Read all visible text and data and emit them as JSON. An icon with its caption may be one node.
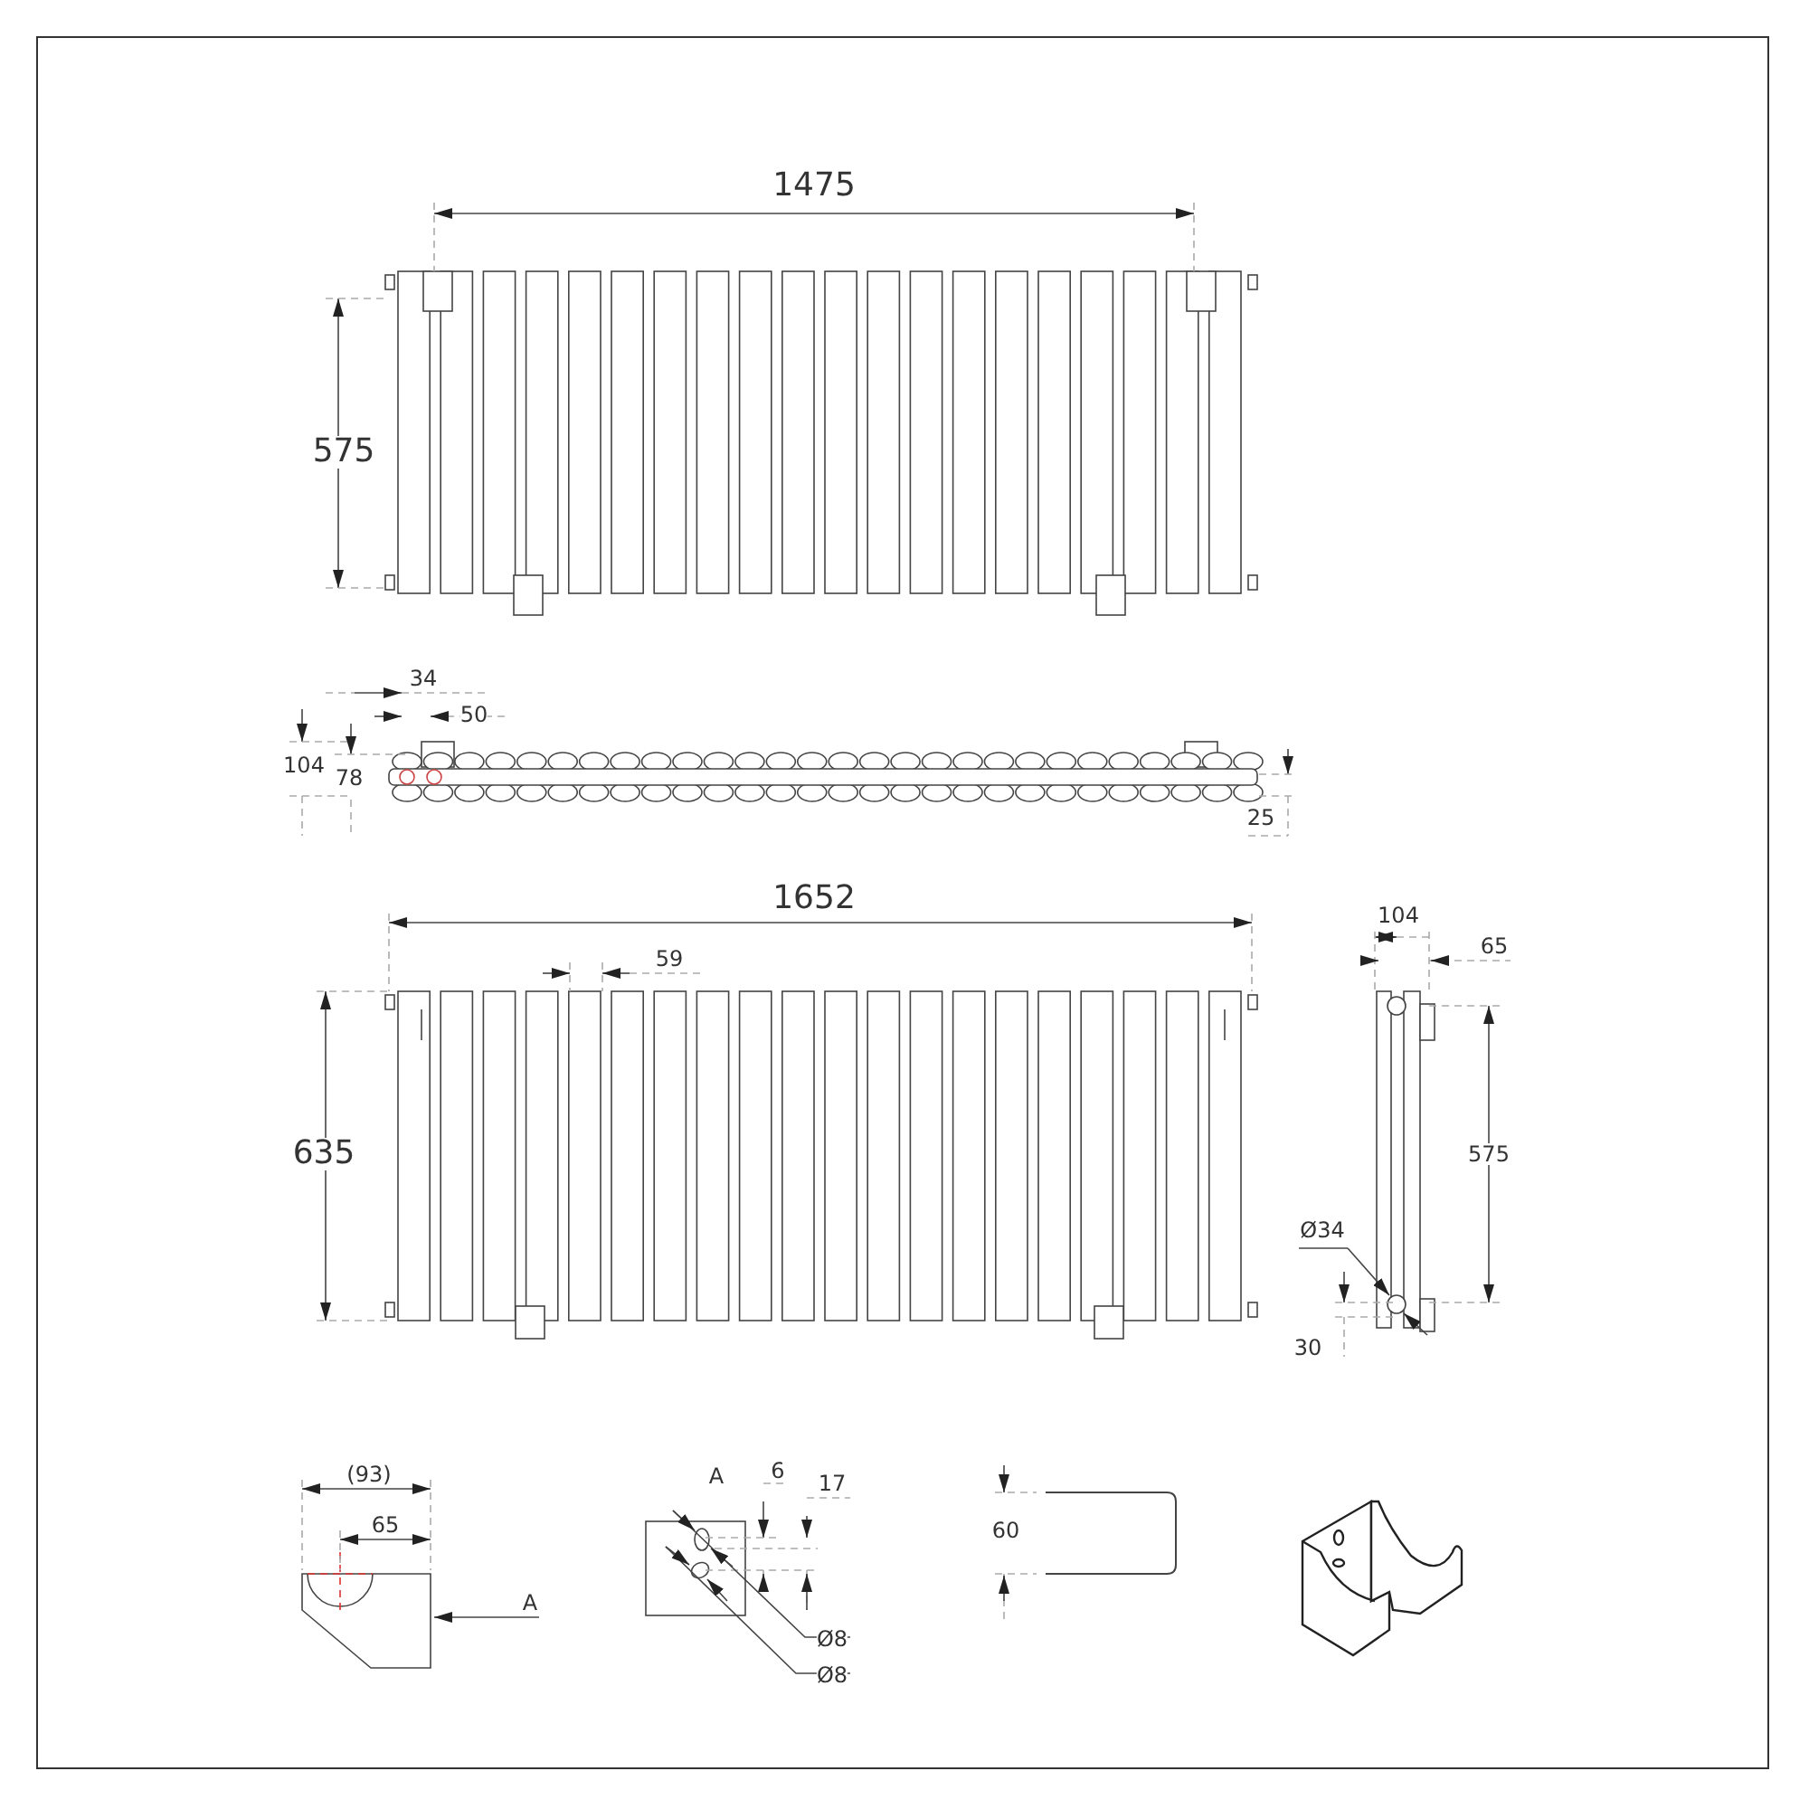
{
  "diagram": {
    "labels": [
      "1475",
      "575",
      "34",
      "50",
      "104",
      "78",
      "25",
      "1652",
      "104",
      "59",
      "65",
      "635",
      "575",
      "Ø34",
      "30",
      "(93)",
      "A",
      "6",
      "17",
      "65",
      "A",
      "60",
      "Ø8",
      "Ø8"
    ]
  }
}
